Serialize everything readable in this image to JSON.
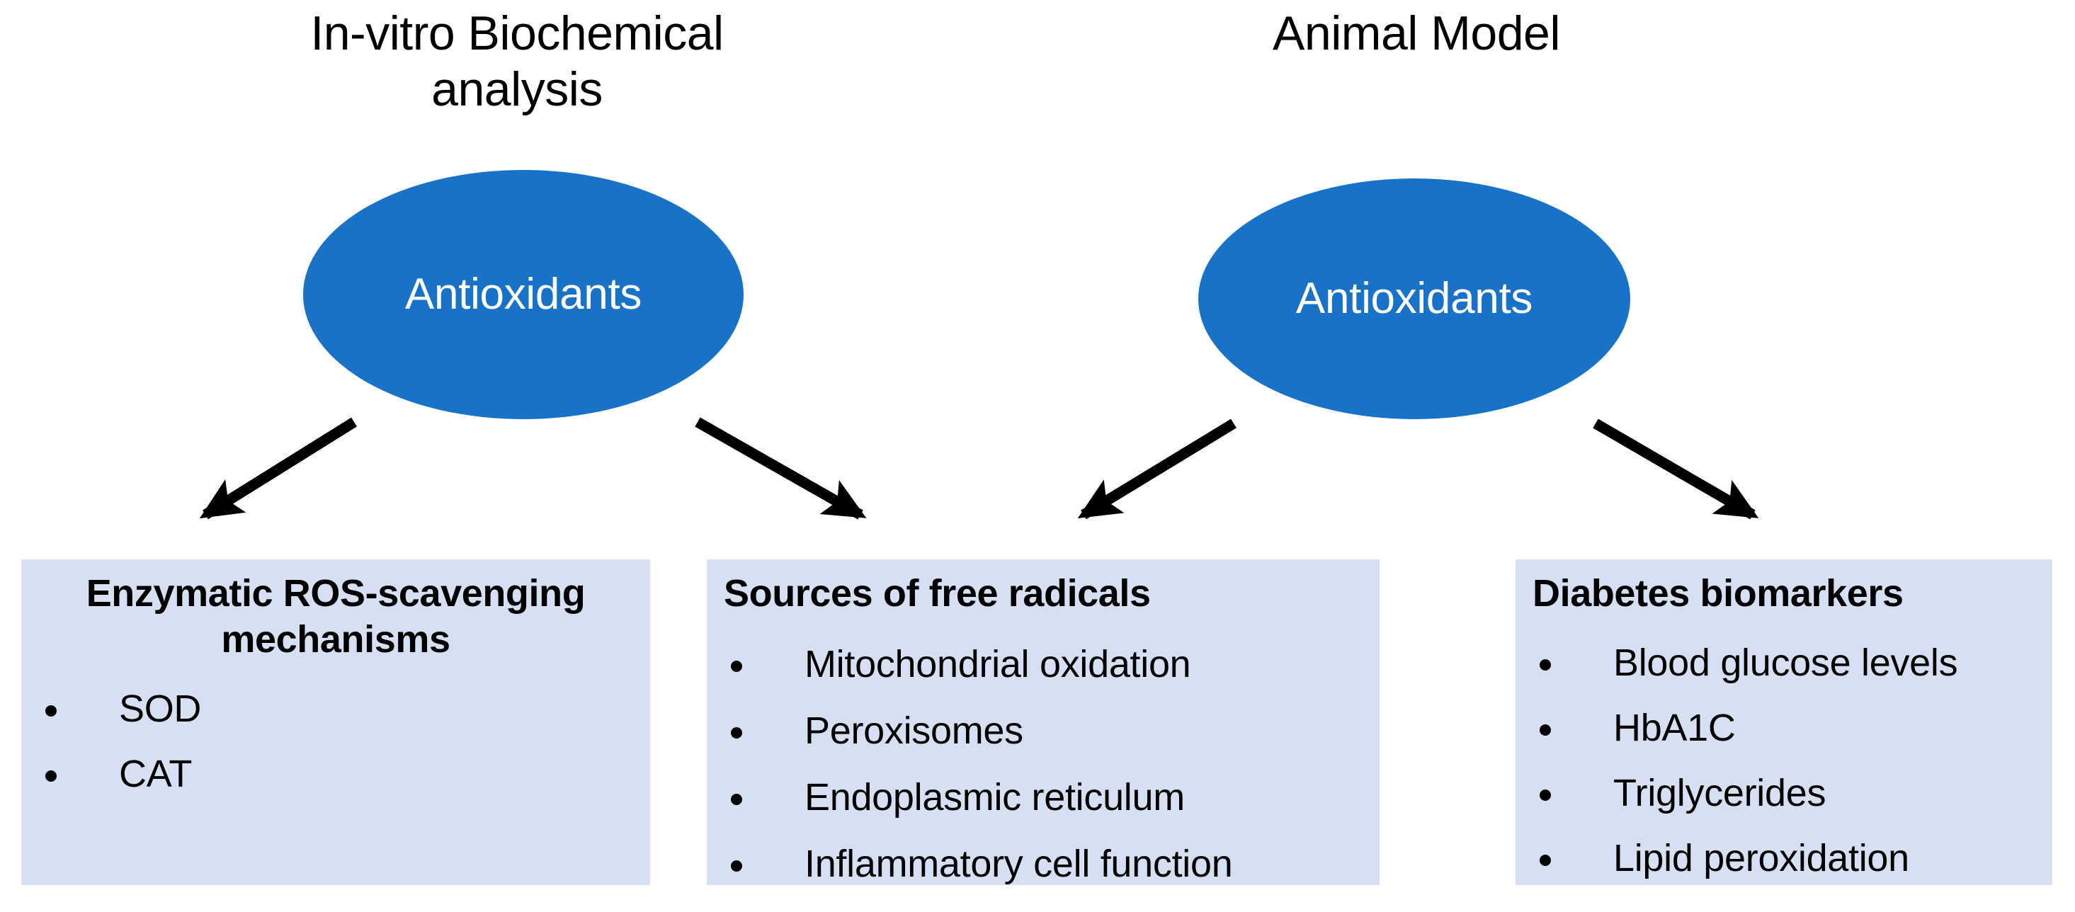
{
  "diagram": {
    "title_color": "#000000",
    "ellipse_color": "#1872C8",
    "box_color": "#D6E0F2",
    "arrow_color": "#000000",
    "background": "#FFFFFF"
  },
  "columns": [
    {
      "title": "In-vitro Biochemical\nanalysis",
      "node_label": "Antioxidants"
    },
    {
      "title": "Animal Model",
      "node_label": "Antioxidants"
    }
  ],
  "boxes": [
    {
      "heading": "Enzymatic ROS-scavenging\nmechanisms",
      "items": [
        "SOD",
        "CAT"
      ]
    },
    {
      "heading": "Sources of free radicals",
      "items": [
        "Mitochondrial oxidation",
        "Peroxisomes",
        "Endoplasmic reticulum",
        "Inflammatory cell function"
      ]
    },
    {
      "heading": "Diabetes biomarkers",
      "items": [
        "Blood glucose levels",
        "HbA1C",
        "Triglycerides",
        "Lipid peroxidation"
      ]
    }
  ]
}
